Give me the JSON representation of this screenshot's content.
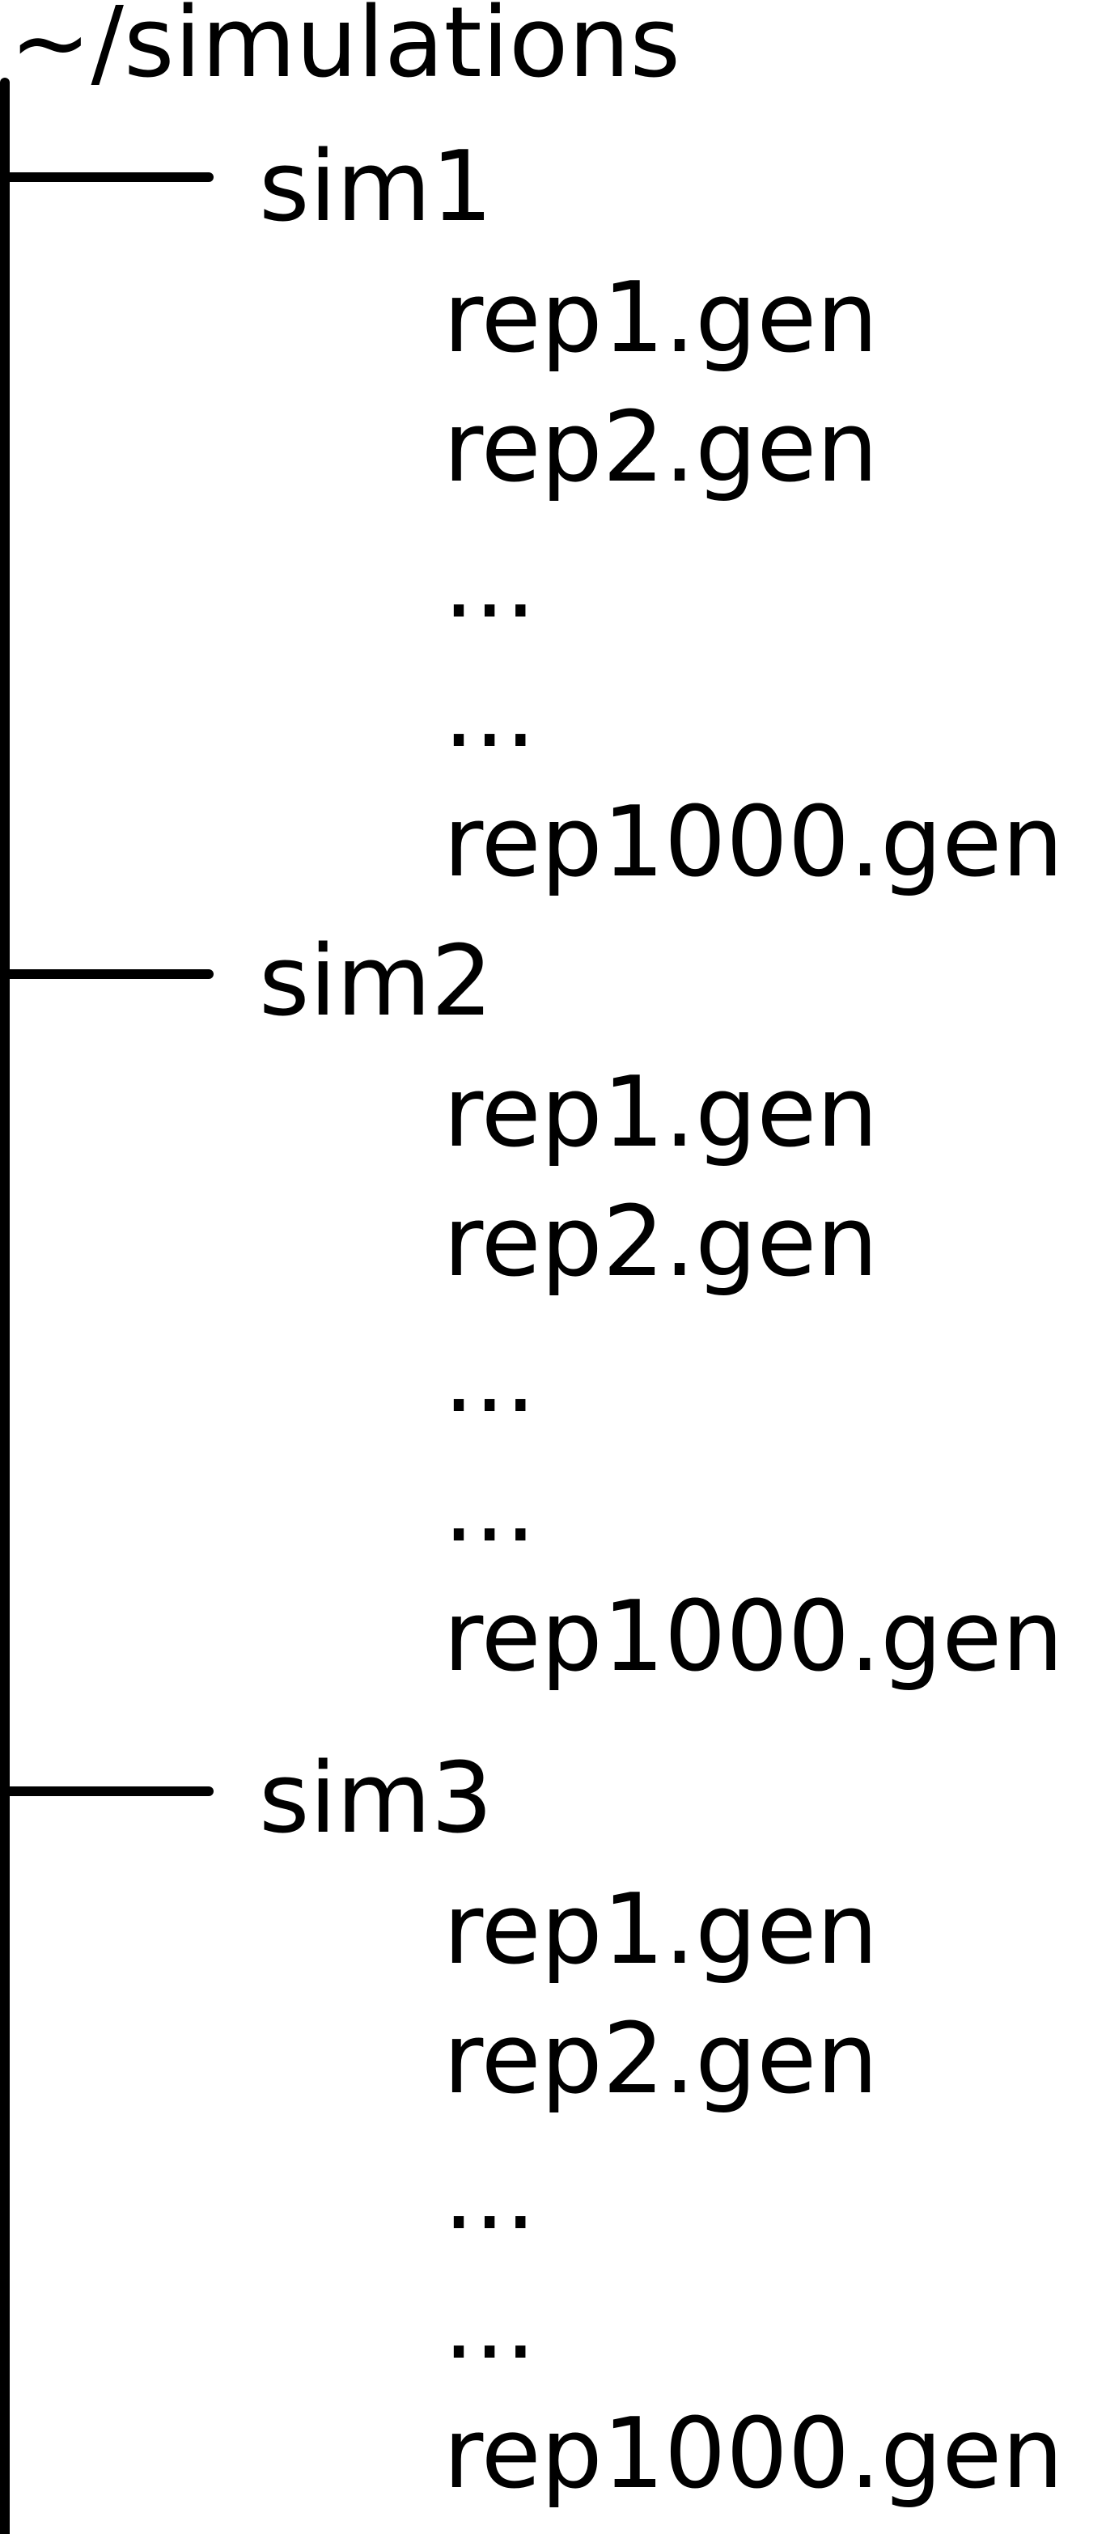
{
  "root": {
    "label": "~/simulations"
  },
  "folders": [
    {
      "label": "sim1",
      "files": [
        "rep1.gen",
        "rep2.gen",
        "...",
        "...",
        "rep1000.gen"
      ]
    },
    {
      "label": "sim2",
      "files": [
        "rep1.gen",
        "rep2.gen",
        "...",
        "...",
        "rep1000.gen"
      ]
    },
    {
      "label": "sim3",
      "files": [
        "rep1.gen",
        "rep2.gen",
        "...",
        "...",
        "rep1000.gen"
      ]
    }
  ]
}
